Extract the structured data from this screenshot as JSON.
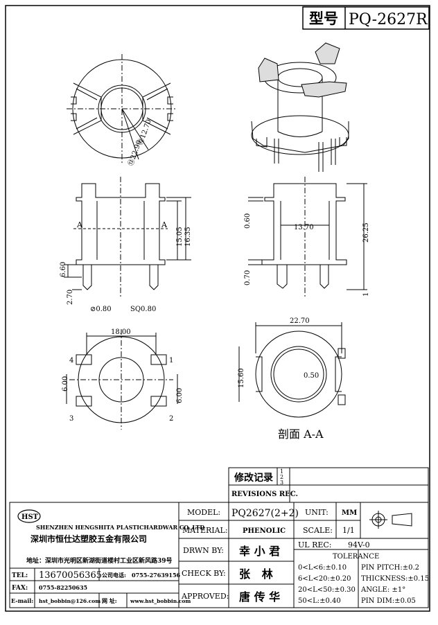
{
  "title_block": {
    "type_label": "型号",
    "part_no": "PQ-2627R"
  },
  "dimensions": {
    "top_view": [
      "⑫12.70",
      "⑬22.90"
    ],
    "front": [
      "15.05",
      "16.35",
      "6.60",
      "2.70",
      "⊘0.80",
      "SQ0.80"
    ],
    "side": [
      "0.60",
      "13.70",
      "26.25",
      "0.70",
      "1"
    ],
    "bottom": [
      "18.00",
      "6.00",
      "6.00"
    ],
    "section": [
      "22.70",
      "15.60",
      "0.50"
    ]
  },
  "section_label": "剖面 A-A",
  "section_marker": "A",
  "pin_numbers": [
    "1",
    "2",
    "3",
    "4"
  ],
  "revisions": {
    "title_cn": "修改记录",
    "title_en": "REVISIONS REC.",
    "marks": [
      "1",
      "2",
      "3"
    ]
  },
  "company": {
    "logo_text": "HST",
    "name_en": "SHENZHEN HENGSHITA PLASTICHARDWAR CO.,LTD",
    "name_cn": "深圳市恒仕达塑胶五金有限公司",
    "address": "地址：深圳市光明区新湖街道楼村工业区新风路39号",
    "tel_label": "TEL:",
    "tel": "13670056365",
    "company_tel_label": "公司电话:",
    "company_tel": "0755-27639156",
    "fax_label": "FAX:",
    "fax": "0755-82250635",
    "email_label": "E-mail:",
    "email": "hst_bobbin@126.com",
    "web_label": "网 址:",
    "web": "www.hst_bobbin.com"
  },
  "fields": {
    "model_label": "MODEL:",
    "model": "PQ2627(2+2)",
    "material_label": "MATERIAL:",
    "material": "PHENOLIC",
    "drawn_label": "DRWN BY:",
    "drawn": "幸 小 君",
    "check_label": "CHECK BY:",
    "check": "张   林",
    "approved_label": "APPROVED:",
    "approved": "唐 传 华",
    "unit_label": "UNIT:",
    "unit": "MM",
    "scale_label": "SCALE:",
    "scale": "1/1",
    "ul_label": "UL REC:",
    "ul": "94V-0",
    "tolerance_label": "TOLERANCE",
    "tol": [
      "0<L<6:±0.10",
      "6<L<20:±0.20",
      "20<L<50:±0.30",
      "50<L:±0.40"
    ],
    "pin": [
      "PIN PITCH:±0.2",
      "THICKNESS:±0.15",
      "ANGLE: ±1°",
      "PIN DIM:±0.05"
    ]
  }
}
